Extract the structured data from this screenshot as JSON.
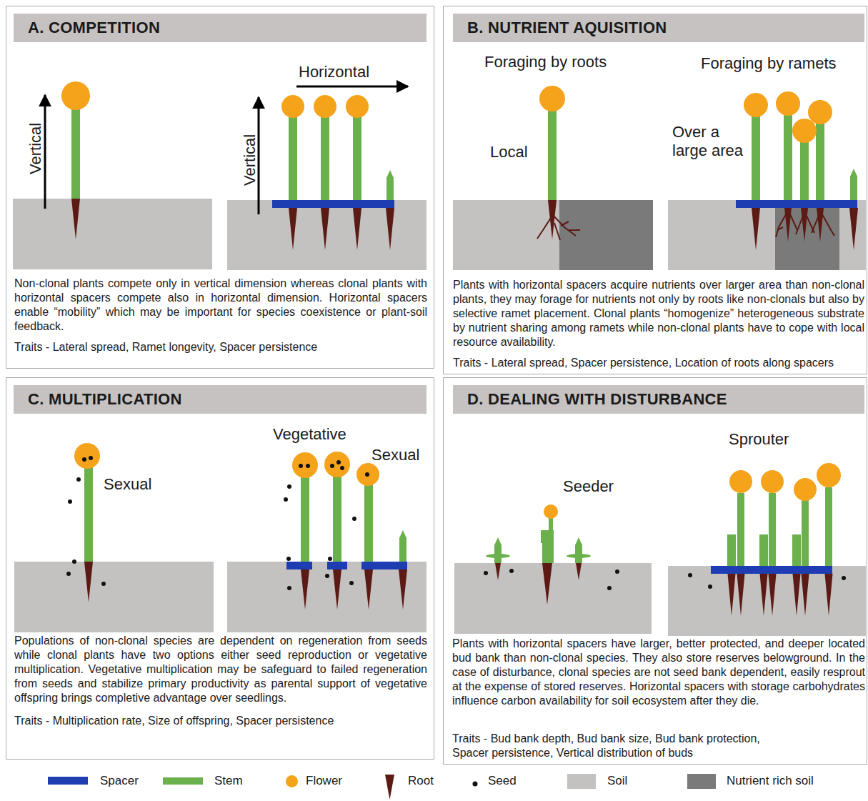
{
  "diagram": {
    "nodes": [
      {
        "text": [
          "Non-clonal plants compete only in vertical dimension whereas clonal plants with horizontal spacers compete also in horizontal dimension. Horizontal spacers enable “mobility” which may be important for species coexistence or plant-soil feedback.",
          "Traits - Lateral spread, Ramet longevity, Spacer persistence"
        ]
      },
      {
        "text": [
          "A. COMPETITION"
        ],
        "in": 0
      },
      {
        "text": [
          "Plants with horizontal spacers acquire nutrients over larger area than non-clonal plants, they may forage for nutrients not only by roots like non-clonals but also by selective ramet placement. Clonal plants “homogenize” heterogeneous substrate by nutrient sharing among ramets while non-clonal plants have to cope with local resource availability.",
          "Traits - Lateral spread, Spacer persistence, Location of roots along spacers"
        ]
      },
      {
        "text": [
          "B. NUTRIENT AQUISITION"
        ],
        "in": 2
      },
      {
        "text": [
          "Populations of non-clonal species are dependent on regeneration from seeds while clonal plants have two options either seed reproduction or vegetative multiplication. Vegetative multiplication may be safeguard to failed regeneration from seeds and stabilize primary productivity as parental support of vegetative offspring brings completive advantage over seedlings.",
          "Traits - Multiplication rate, Size of offspring, Spacer persistence"
        ]
      },
      {
        "text": [
          "C. MULTIPLICATION"
        ],
        "in": 4
      },
      {
        "text": [
          "Plants with horizontal spacers have larger, better protected, and deeper located bud bank than non-clonal species. They also store reserves belowground. In the case of disturbance, clonal species are not seed bank dependent, easily resprout at the expense of stored reserves. Horizontal spacers with storage carbohydrates influence carbon availability for soil ecosystem after they die.",
          "Traits - Bud bank depth, Bud bank size, Bud bank protection, Spacer persistence, Vertical distribution of buds"
        ]
      },
      {
        "text": [
          "D. DEALING WITH DISTURBANCE"
        ],
        "in": 6
      }
    ],
    "edges": [],
    "labels": [
      "Vertical",
      "Horizontal",
      "Vertical",
      "Foraging by roots",
      "Foraging by ramets",
      "Local",
      "Over a large area",
      "Sexual",
      "Vegetative",
      "Sexual",
      "Seeder",
      "Sprouter"
    ],
    "legend": [
      {
        "text": "Spacer",
        "color": "#1f3db3"
      },
      {
        "text": "Stem",
        "color": "#6ab04c"
      },
      {
        "text": "Flower",
        "color": "#f5a31a"
      },
      {
        "text": "Root"
      },
      {
        "text": "Seed"
      },
      {
        "text": "Soil",
        "color": "#c4c1c1"
      },
      {
        "text": "Nutrient rich soil",
        "color": "#7a7a7a"
      }
    ]
  }
}
